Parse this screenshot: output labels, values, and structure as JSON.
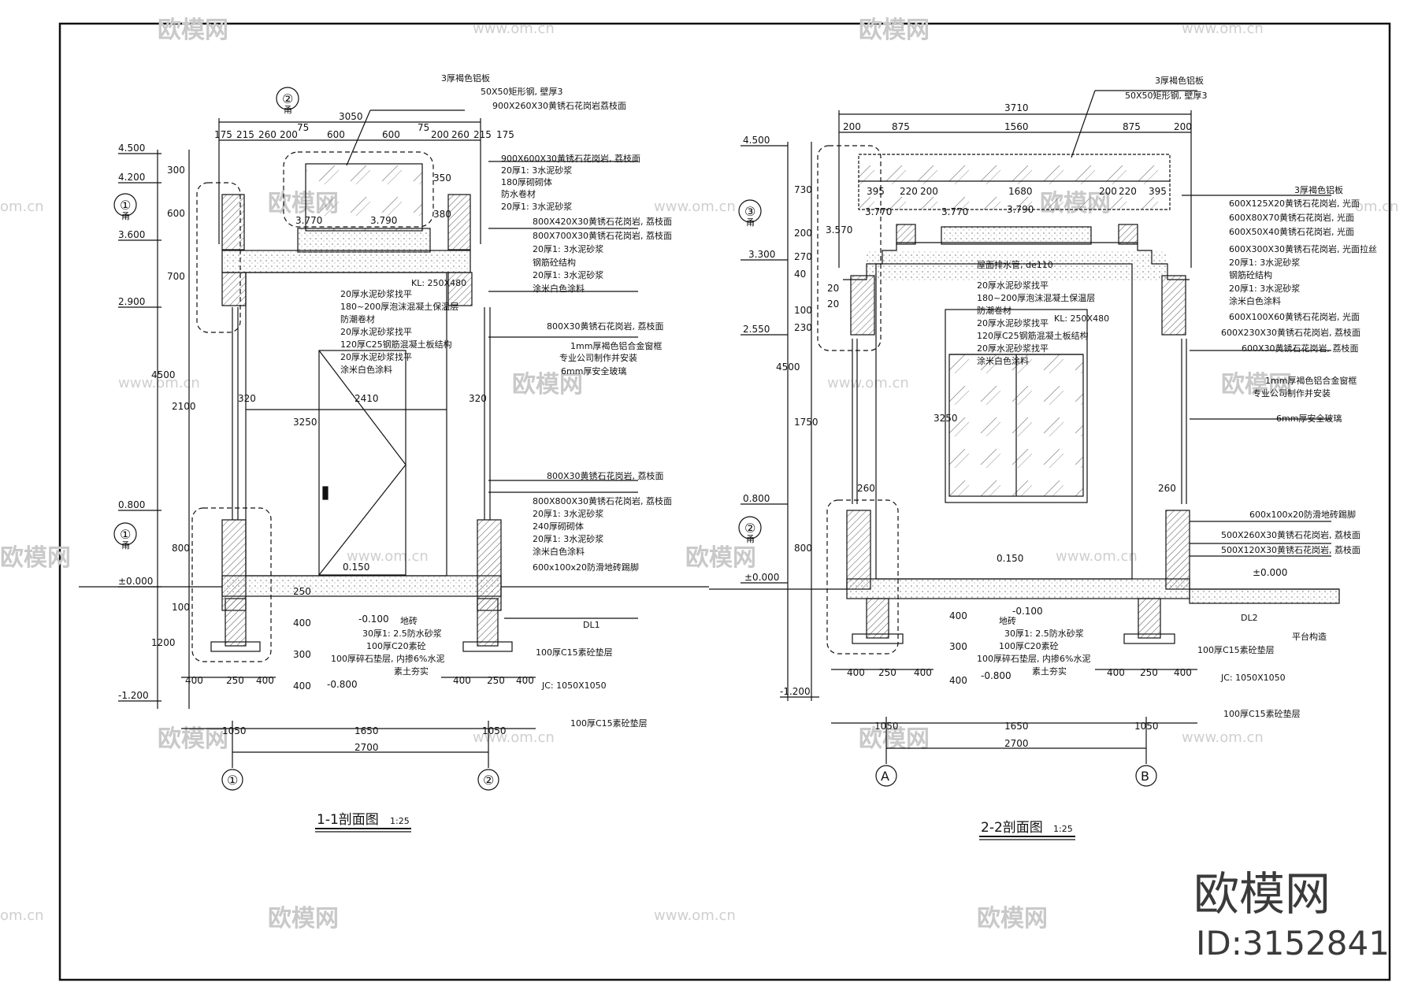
{
  "sheet": {
    "brand_logo": "欧模网",
    "brand_id": "ID:3152841",
    "watermark_cn": "欧模网",
    "watermark_url": "www.om.cn",
    "watermark_partial": "om.cn"
  },
  "section_1": {
    "title": "1-1剖面图",
    "scale": "1:25",
    "grid_left": "①",
    "grid_right": "②",
    "marker_2": "②",
    "marker_2_sub": "甬",
    "marker_1a": "①",
    "marker_1a_sub": "甬",
    "marker_1b": "①",
    "marker_1b_sub": "甬",
    "elevations": [
      "4.500",
      "4.200",
      "3.600",
      "2.900",
      "0.800",
      "±0.000",
      "-1.200"
    ],
    "top_dims": [
      "3050",
      "175",
      "215",
      "260",
      "200",
      "75",
      "600",
      "600",
      "75",
      "200",
      "260",
      "215",
      "175"
    ],
    "left_dims": [
      "300",
      "600",
      "700",
      "4500",
      "2100",
      "800",
      "1200",
      "100"
    ],
    "inner_dims": [
      "350",
      "380",
      "3250",
      "320",
      "320",
      "2410",
      "250",
      "400",
      "300",
      "400"
    ],
    "level_marks": [
      "3.770",
      "3.790",
      "0.150",
      "-0.100",
      "-0.800"
    ],
    "bottom_dims": [
      "400",
      "250",
      "400",
      "400",
      "250",
      "400",
      "1050",
      "1650",
      "1050",
      "2700"
    ],
    "top_callouts": [
      "3厚褐色铝板",
      "50X50矩形钢, 壁厚3",
      "900X260X30黄锈石花岗岩荔枝面",
      "900X600X30黄锈石花岗岩, 荔枝面",
      "20厚1: 3水泥砂浆",
      "180厚砌砌体",
      "防水卷材",
      "20厚1: 3水泥砂浆",
      "800X420X30黄锈石花岗岩, 荔枝面",
      "800X700X30黄锈石花岗岩, 荔枝面",
      "20厚1: 3水泥砂浆",
      "钢筋砼结构",
      "20厚1: 3水泥砂浆",
      "涂米白色涂料"
    ],
    "beam": "KL: 250X480",
    "roof_layers": [
      "20厚水泥砂浆找平",
      "180~200厚泡沫混凝土保温层",
      "防潮卷材",
      "20厚水泥砂浆找平",
      "120厚C25钢筋混凝土板结构",
      "20厚水泥砂浆找平",
      "涂米白色涂料"
    ],
    "mid_callouts": [
      "800X30黄锈石花岗岩, 荔枝面",
      "1mm厚褐色铝合金窗框",
      "专业公司制作并安装",
      "6mm厚安全玻璃"
    ],
    "low_callouts": [
      "800X30黄锈石花岗岩, 荔枝面",
      "800X800X30黄锈石花岗岩, 荔枝面",
      "20厚1: 3水泥砂浆",
      "240厚砌砌体",
      "20厚1: 3水泥砂浆",
      "涂米白色涂料",
      "600x100x20防滑地砖踢脚"
    ],
    "floor_layers": [
      "地砖",
      "30厚1: 2.5防水砂浆",
      "100厚C20素砼",
      "100厚碎石垫层, 内掺6%水泥",
      "素土夯实"
    ],
    "footing": [
      "DL1",
      "100厚C15素砼垫层",
      "JC: 1050X1050",
      "100厚C15素砼垫层"
    ]
  },
  "section_2": {
    "title": "2-2剖面图",
    "scale": "1:25",
    "grid_left": "A",
    "grid_right": "B",
    "marker_3": "③",
    "marker_3_sub": "甬",
    "marker_2": "②",
    "marker_2_sub": "甬",
    "elevations": [
      "4.500",
      "3.300",
      "2.550",
      "0.800",
      "±0.000",
      "-1.200"
    ],
    "top_dims": [
      "3710",
      "200",
      "875",
      "1560",
      "875",
      "200"
    ],
    "inner_top_dims": [
      "395",
      "220",
      "200",
      "1680",
      "200",
      "220",
      "395"
    ],
    "left_dims": [
      "730",
      "200",
      "270",
      "40",
      "100",
      "230",
      "4500",
      "1750",
      "800",
      "3250",
      "260",
      "260",
      "20",
      "20"
    ],
    "level_marks": [
      "3.770",
      "3.770",
      "3.790",
      "3.570",
      "0.150",
      "-0.100",
      "-0.800"
    ],
    "bottom_dims": [
      "400",
      "250",
      "400",
      "400",
      "250",
      "400",
      "1050",
      "1650",
      "1050",
      "2700",
      "400",
      "300",
      "400"
    ],
    "right_callouts": [
      "3厚褐色铝板",
      "50X50矩形钢, 壁厚3",
      "3厚褐色铝板",
      "600X125X20黄锈石花岗岩, 光面",
      "600X80X70黄锈石花岗岩, 光面",
      "600X50X40黄锈石花岗岩, 光面",
      "600X300X30黄锈石花岗岩, 光面拉丝",
      "20厚1: 3水泥砂浆",
      "钢筋砼结构",
      "20厚1: 3水泥砂浆",
      "涂米白色涂料",
      "600X100X60黄锈石花岗岩, 光面",
      "600X230X30黄锈石花岗岩, 荔枝面",
      "600X30黄锈石花岗岩, 荔枝面",
      "1mm厚褐色铝合金窗框",
      "专业公司制作并安装",
      "6mm厚安全玻璃",
      "600x100x20防滑地砖踢脚",
      "500X260X30黄锈石花岗岩, 荔枝面",
      "500X120X30黄锈石花岗岩, 荔枝面",
      "±0.000",
      "DL2",
      "平台构造",
      "100厚C15素砼垫层",
      "JC: 1050X1050",
      "100厚C15素砼垫层"
    ],
    "drain": "屋面排水管, de110",
    "beam": "KL: 250X480",
    "roof_layers": [
      "20厚水泥砂浆找平",
      "180~200厚泡沫混凝土保温层",
      "防潮卷材",
      "20厚水泥砂浆找平",
      "120厚C25钢筋混凝土板结构",
      "20厚水泥砂浆找平",
      "涂米白色涂料"
    ],
    "floor_layers": [
      "地砖",
      "30厚1: 2.5防水砂浆",
      "100厚C20素砼",
      "100厚碎石垫层, 内掺6%水泥",
      "素土夯实"
    ]
  },
  "colors": {
    "line": "#111111",
    "hatch": "#555555",
    "watermark": "#cccccc",
    "brand": "#3a3a3a"
  }
}
